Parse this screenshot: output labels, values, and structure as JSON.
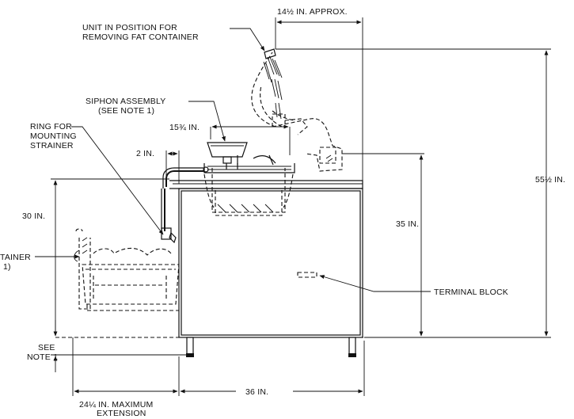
{
  "labels": {
    "unit_position_line1": "UNIT IN POSITION FOR",
    "unit_position_line2": "REMOVING FAT CONTAINER",
    "approx_width": "14½ IN. APPROX.",
    "siphon_line1": "SIPHON ASSEMBLY",
    "siphon_line2": "(SEE NOTE 1)",
    "dim_15_75": "15¾ IN.",
    "ring_line1": "RING FOR",
    "ring_line2": "MOUNTING",
    "ring_line3": "STRAINER",
    "dim_2": "2 IN.",
    "dim_30": "30 IN.",
    "dim_35": "35 IN.",
    "dim_55_5": "55½ IN.",
    "container_line1": "TAINER",
    "container_line2": "1)",
    "terminal_block": "TERMINAL BLOCK",
    "see_note_line1": "SEE",
    "see_note_line2": "NOTE 1",
    "dim_24_25_line1": "24¼ IN. MAXIMUM",
    "dim_24_25_line2": "EXTENSION",
    "dim_36": "36 IN."
  }
}
